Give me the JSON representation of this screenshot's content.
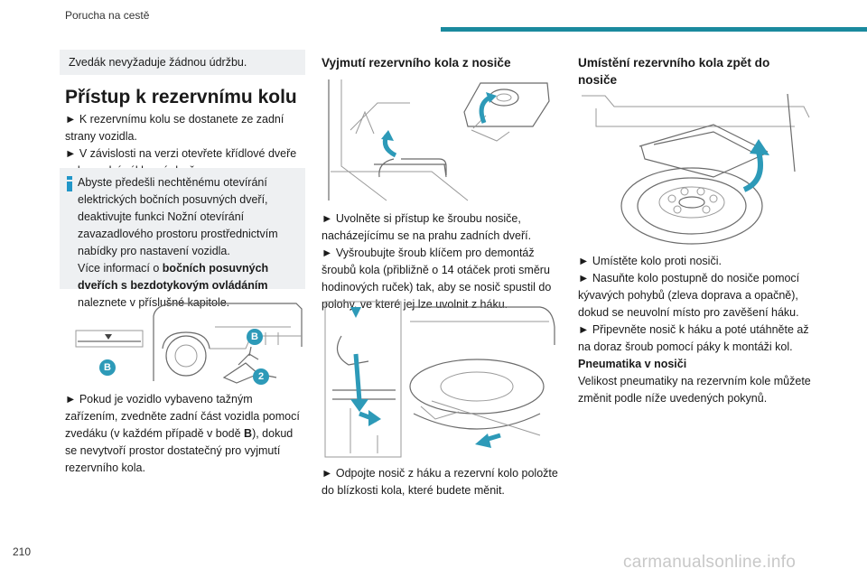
{
  "header": {
    "chapter": "Porucha na cestě"
  },
  "page_number": "210",
  "watermark": "carmanualsonline.info",
  "col1": {
    "note": "Zvedák nevyžaduje žádnou údržbu.",
    "heading": "Přístup k rezervnímu kolu",
    "p1": "► K rezervnímu kolu se dostanete ze zadní strany vozidla.",
    "p2": "► V závislosti na verzi otevřete křídlové dveře nebo zadní výklopné dveře.",
    "info": {
      "t1": "Abyste předešli nechtěnému otevírání elektrických bočních posuvných dveří, deaktivujte funkci Nožní otevírání zavazadlového prostoru prostřednictvím nabídky pro nastavení vozidla.",
      "t2a": "Více informací o ",
      "t2b": "bočních posuvných dveřích s bezdotykovým ovládáním",
      "t2c": " naleznete v příslušné kapitole."
    },
    "labels": {
      "b1": "B",
      "b2": "B",
      "n2": "2"
    },
    "p3a": "► Pokud je vozidlo vybaveno tažným zařízením, zvedněte zadní část vozidla pomocí zvedáku (v každém případě v bodě ",
    "p3b": "B",
    "p3c": "), dokud se nevytvoří prostor dostatečný pro vyjmutí rezervního kola."
  },
  "col2": {
    "heading": "Vyjmutí rezervního kola z nosiče",
    "p1": "► Uvolněte si přístup ke šroubu nosiče, nacházejícímu se na prahu zadních dveří.",
    "p2": "► Vyšroubujte šroub klíčem pro demontáž šroubů kola (přibližně o 14 otáček proti směru hodinových ruček) tak, aby se nosič spustil do polohy, ve které jej lze uvolnit z háku.",
    "p3": "► Odpojte nosič z háku a rezervní kolo položte do blízkosti kola, které budete měnit."
  },
  "col3": {
    "heading": "Umístění rezervního kola zpět do nosiče",
    "p1": "► Umístěte kolo proti nosiči.",
    "p2": "► Nasuňte kolo postupně do nosiče pomocí kývavých pohybů (zleva doprava a opačně), dokud se neuvolní místo pro zavěšení háku.",
    "p3": "► Připevněte nosič k háku a poté utáhněte až na doraz šroub pomocí páky k montáži kol.",
    "sub": "Pneumatika v nosiči",
    "p4": "Velikost pneumatiky na rezervním kole můžete změnit podle níže uvedených pokynů."
  },
  "colors": {
    "accent": "#1a8a9e",
    "icon_blue": "#2196c8",
    "box_bg": "#eef0f2",
    "arrow_blue": "#2d9ab8"
  }
}
